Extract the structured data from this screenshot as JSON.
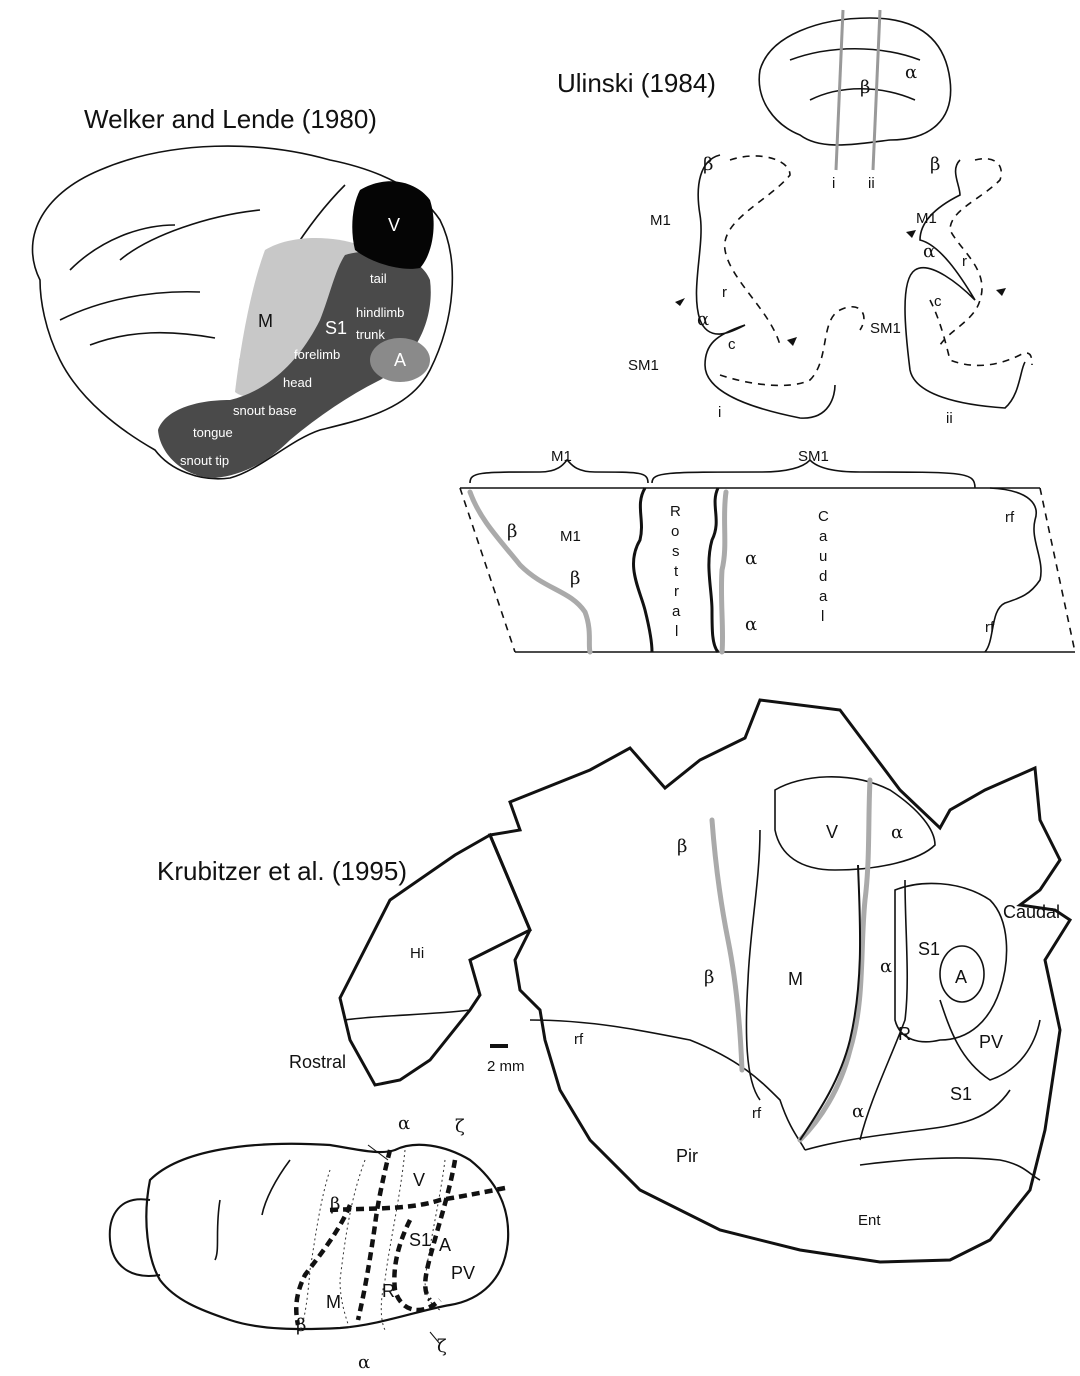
{
  "panel_welker": {
    "title": "Welker and Lende (1980)",
    "areas": {
      "v": "V",
      "m": "M",
      "s1": "S1",
      "a": "A"
    },
    "body_parts": [
      "tail",
      "hindlimb",
      "trunk",
      "forelimb",
      "head",
      "snout base",
      "tongue",
      "snout tip"
    ]
  },
  "panel_ulinski": {
    "title": "Ulinski (1984)",
    "top_brain": {
      "beta": "β",
      "alpha": "α",
      "cut_i": "i",
      "cut_ii": "ii"
    },
    "section_i": {
      "beta": "β",
      "m1": "M1",
      "r": "r",
      "alpha": "α",
      "c": "c",
      "sm1": "SM1",
      "num": "i"
    },
    "section_ii": {
      "beta": "β",
      "m1": "M1",
      "alpha": "α",
      "r": "r",
      "c": "c",
      "sm1": "SM1",
      "num": "ii"
    },
    "flat": {
      "brace_m1": "M1",
      "brace_sm1": "SM1",
      "m1": "M1",
      "beta1": "β",
      "beta2": "β",
      "rostral": [
        "R",
        "o",
        "s",
        "t",
        "r",
        "a",
        "l"
      ],
      "caudal": [
        "C",
        "a",
        "u",
        "d",
        "a",
        "l"
      ],
      "alpha1": "α",
      "alpha2": "α",
      "rf1": "rf",
      "rf2": "rf"
    }
  },
  "panel_krubitzer": {
    "title": "Krubitzer et al. (1995)",
    "labels": {
      "hi": "Hi",
      "rostral": "Rostral",
      "caudal": "Caudal",
      "scale": "2 mm",
      "rf1": "rf",
      "rf2": "rf",
      "beta1": "β",
      "beta2": "β",
      "m": "M",
      "v": "V",
      "alpha1": "α",
      "alpha2": "α",
      "alpha3": "α",
      "r": "R",
      "s1_top": "S1",
      "a": "A",
      "pv": "PV",
      "s1_bottom": "S1",
      "pir": "Pir",
      "ent": "Ent"
    }
  },
  "panel_bottom_brain": {
    "labels": {
      "alpha_top": "α",
      "zeta_top": "ζ",
      "v": "V",
      "beta_top": "β",
      "s1": "S1",
      "a": "A",
      "pv": "PV",
      "m": "M",
      "r": "R",
      "beta_bottom": "β",
      "zeta_bottom": "ζ",
      "alpha_bottom": "α"
    }
  }
}
